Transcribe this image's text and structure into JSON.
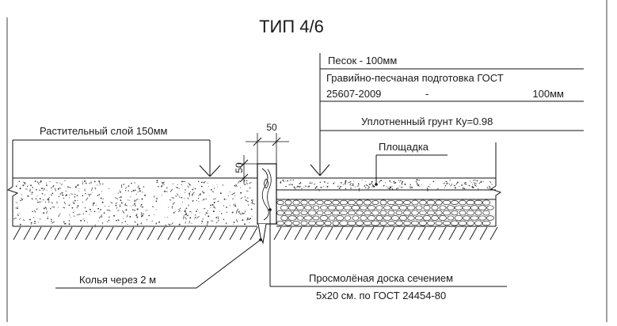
{
  "title": "ТИП 4/6",
  "layers": {
    "sand": "Песок   - 100мм",
    "gravel_line1": "Гравийно-песчаная подготовка ГОСТ",
    "gravel_line2_left": "25607-2009",
    "gravel_line2_dash": "-",
    "gravel_line2_right": "100мм",
    "soil": "Уплотненный грунт  Ку=0.98"
  },
  "labels": {
    "topsoil": "Растительный слой 150мм",
    "platform": "Площадка",
    "stakes": "Колья через 2 м",
    "board_line1": "Просмолёная доска сечением",
    "board_line2": "5х20 см. по ГОСТ 24454-80"
  },
  "dimensions": {
    "horizontal": "50",
    "vertical": "50"
  }
}
